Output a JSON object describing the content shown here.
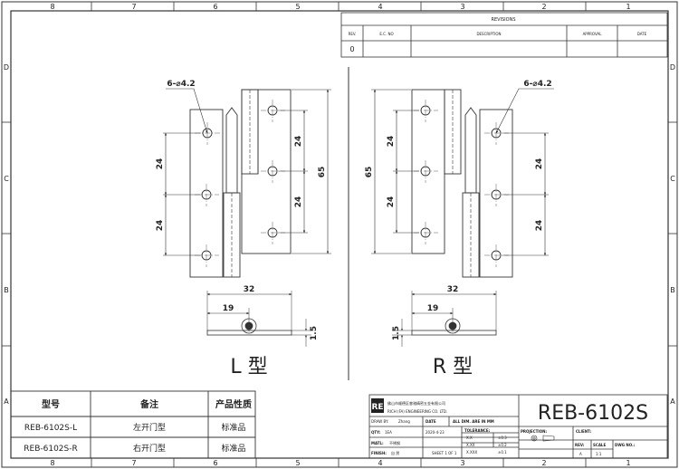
{
  "border": {
    "columns": [
      "8",
      "7",
      "6",
      "5",
      "4",
      "3",
      "2",
      "1"
    ],
    "rows": [
      "D",
      "C",
      "B",
      "A"
    ]
  },
  "revisions": {
    "title": "REVISIONS",
    "headers": [
      "REV.",
      "E.C. NO",
      "DESCRIPTION",
      "APPROVAL",
      "DATE"
    ],
    "rows": [
      [
        "0",
        "",
        "",
        "",
        ""
      ]
    ]
  },
  "left_view": {
    "label": "L 型",
    "hole_note": "6-⌀4.2",
    "dims": {
      "pitch_top": "24",
      "pitch_bottom": "24",
      "leaf_top": "24",
      "leaf_bottom": "24",
      "height": "65",
      "width": "32",
      "center": "19",
      "thickness": "1.5"
    }
  },
  "right_view": {
    "label": "R 型",
    "hole_note": "6-⌀4.2",
    "dims": {
      "pitch_top": "24",
      "pitch_bottom": "24",
      "leaf_top": "24",
      "leaf_bottom": "24",
      "height": "65",
      "width": "32",
      "center": "19",
      "thickness": "1.5"
    }
  },
  "parts_table": {
    "headers": [
      "型号",
      "备注",
      "产品性质"
    ],
    "rows": [
      [
        "REB-6102S-L",
        "左开门型",
        "标准品"
      ],
      [
        "REB-6102S-R",
        "右开门型",
        "标准品"
      ]
    ]
  },
  "title_block": {
    "logo": "RE",
    "company_cn": "佛山市顺德区睿驰精密五金有限公司",
    "company_en": "RICH (FA) ENGINEERING CO. LTD.",
    "drawing_no": "REB-6102S",
    "draw_by_label": "DRAW BY:",
    "draw_by": "Zhang",
    "date_label": "DATE",
    "date": "2020-4-23",
    "dim_note": "ALL DIM. ARE IN MM",
    "qty_label": "QTY:",
    "qty": "1EA",
    "tolerance_label": "TOLERANCE:",
    "tol_rows": [
      [
        "X.X",
        "±0.3"
      ],
      [
        "X.XX",
        "±0.2"
      ],
      [
        "X.XXX",
        "±0.1"
      ]
    ],
    "matl_label": "MATL:",
    "matl": "不锈钢",
    "finish_label": "FINISH:",
    "finish": "自 然",
    "sheet": "SHEET 1 OF 1",
    "projection_label": "PROJECTION:",
    "client_label": "CLIENT:",
    "rev_label": "REV:",
    "rev": "A",
    "scale_label": "SCALE",
    "scale": "1:1",
    "dwg_label": "DWG NO.:"
  }
}
